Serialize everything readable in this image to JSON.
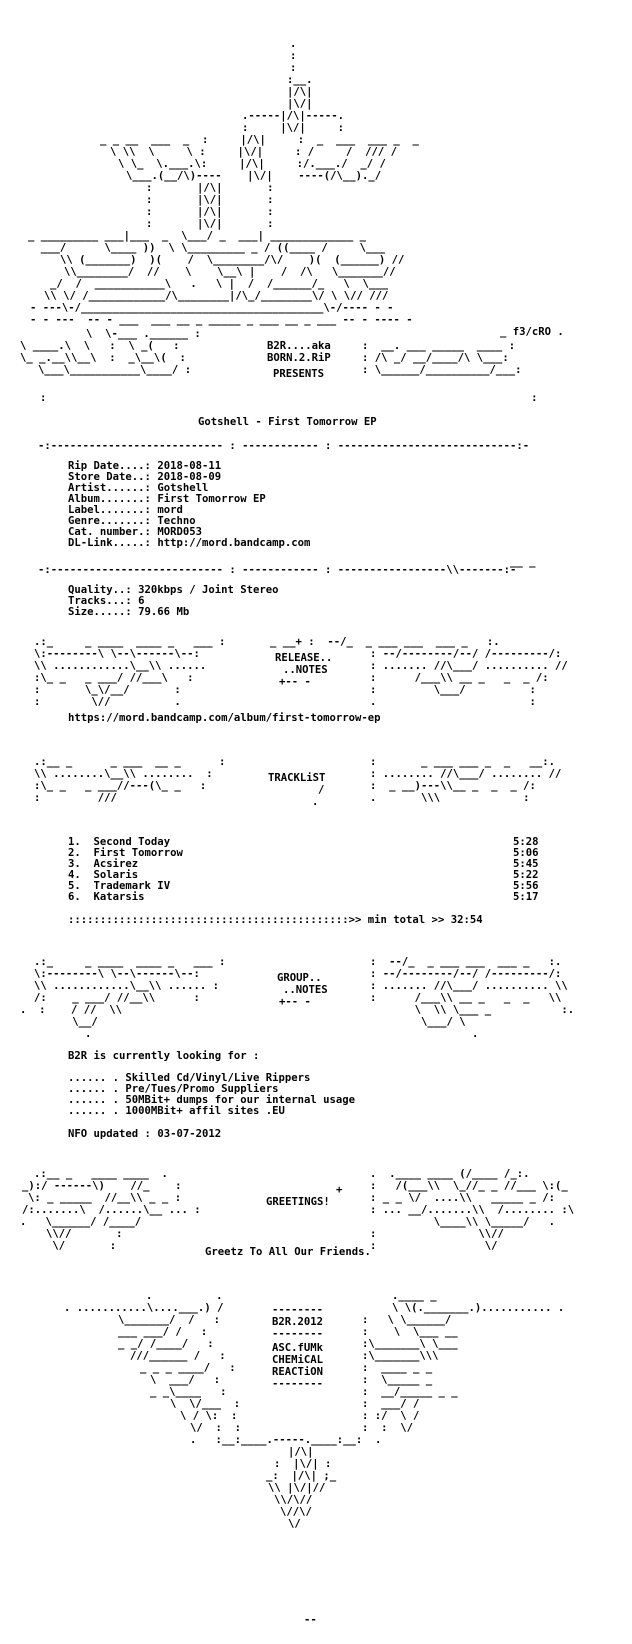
{
  "banner": {
    "lines": [
      "                              .",
      "                              :",
      "                              :",
      "                             :__.",
      "                             |/\\|",
      "                             |\\/|",
      "                        .-----|/\\|-----.",
      "                        :     |\\/|     :",
      "         _ _ __  ___  _  :     |/\\|     :  _  ___  ___ _  _",
      "          \\ \\\\  \\     \\ :     |\\/|     : /     /  /// /",
      "           \\ \\_  \\.___.\\:     |/\\|     :/.___./  _/ /",
      "            \\___.(__/\\)----    |\\/|    ----(/\\__)._/",
      "                      :       |/\\|       :",
      " _ __________________ |___  _  |\\/| _  ___| __________________ _",
      "   ___/      \\_____ ))  \\ \\_________ _ / ((_____ /     \\___",
      "  \\\\ (_______)  )(    /  \\________/\\/    )(  (_______) //",
      "   \\\\________/  //    \\    \\__\\ |    /  /\\   \\________//",
      "  _/  /  ___________\\   .   \\ |  /  /______/_   \\  \\___",
      " \\\\ \\/ /____________/\\________|/\\_/________\\/ \\ \\//",
      " - ---\\-/______________________________________\\-/---- - -",
      "       \\  \\-___ .______ :  B2R....aka : ______ .___ f3/cRO"
    ]
  },
  "header_box": {
    "left_art": [
      "\\ ____.\\  \\   :  \\ _(   :",
      "\\_ _.__\\\\__\\  :  _\\__\\(  :",
      "  \\___\\___________\\____/ :"
    ],
    "title_line_1": "B2R....aka",
    "title_line_2": "BORN.2.RiP",
    "title_line_3": "PRESENTS",
    "right_art": [
      ":  __. ___ _____  ____ :",
      ": /\\ _/ __/____/\\ \\___:",
      ": \\______/__________/___:"
    ],
    "release_title": "Gotshell - First Tomorrow EP"
  },
  "info": {
    "rip_date_label": "Rip Date....:",
    "rip_date": "2018-08-11",
    "store_date_label": "Store Date..:",
    "store_date": "2018-08-09",
    "artist_label": "Artist......:",
    "artist": "Gotshell",
    "album_label": "Album.......:",
    "album": "First Tomorrow EP",
    "label_label": "Label.......:",
    "label": "mord",
    "genre_label": "Genre.......:",
    "genre": "Techno",
    "cat_label": "Cat. number.:",
    "cat": "MORD053",
    "link_label": "DL-Link.....:",
    "link": "http://mord.bandcamp.com"
  },
  "quality": {
    "quality_label": "Quality..:",
    "quality": "320kbps / Joint Stereo",
    "tracks_label": "Tracks...:",
    "tracks": "6",
    "size_label": "Size.....:",
    "size": "79.66 Mb"
  },
  "release_notes": {
    "header_1": "RELEASE..",
    "header_2": "..NOTES",
    "url": "https://mord.bandcamp.com/album/first-tomorrow-ep"
  },
  "tracklist": {
    "header": "TRACKLiST",
    "tracks": [
      {
        "num": "1.",
        "title": "Second Today",
        "time": "5:28"
      },
      {
        "num": "2.",
        "title": "First Tomorrow",
        "time": "5:06"
      },
      {
        "num": "3.",
        "title": "Acsirez",
        "time": "5:45"
      },
      {
        "num": "4.",
        "title": "Solaris",
        "time": "5:22"
      },
      {
        "num": "5.",
        "title": "Trademark IV",
        "time": "5:56"
      },
      {
        "num": "6.",
        "title": "Katarsis",
        "time": "5:17"
      }
    ],
    "total_dots": "::::::::::::::::::::::::::::::::::::::::::::>>",
    "total_label": "min total >>",
    "total": "32:54"
  },
  "group_notes": {
    "header_1": "GROUP..",
    "header_2": "..NOTES",
    "looking_for": "B2R is currently looking for :",
    "items": [
      "...... . Skilled Cd/Vinyl/Live Rippers",
      "...... . Pre/Tues/Promo Suppliers",
      "...... . 50MBit+ dumps for our internal usage",
      "...... . 1000MBit+ affil sites .EU"
    ],
    "updated_label": "NFO updated :",
    "updated": "03-07-2012"
  },
  "greetings": {
    "header": "GREETINGS!",
    "text": "Greetz To All Our Friends."
  },
  "footer": {
    "line_1": "B2R.2012",
    "line_2": "ASC.fUMk",
    "line_3": "CHEMiCAL",
    "line_4": "REACTiON",
    "end_mark": "--"
  },
  "colors": {
    "text": "#000000",
    "background": "#ffffff"
  }
}
